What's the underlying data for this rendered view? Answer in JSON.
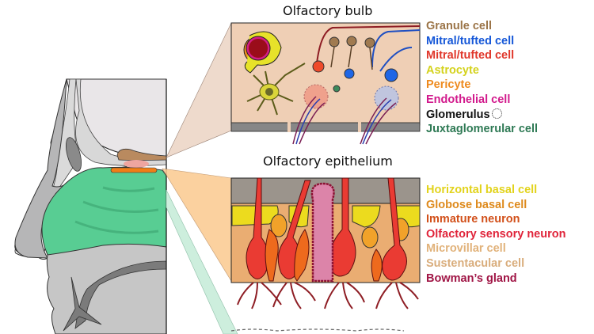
{
  "figure": {
    "bulb_panel": {
      "title": "Olfactory bulb",
      "legend": [
        {
          "label": "Granule cell",
          "color": "#9b7447"
        },
        {
          "label": "Mitral/tufted cell",
          "color": "#1557d8"
        },
        {
          "label": "Mitral/tufted cell",
          "color": "#e0362a"
        },
        {
          "label": "Astrocyte",
          "color": "#d4d21c"
        },
        {
          "label": "Pericyte",
          "color": "#ee8a1d"
        },
        {
          "label": "Endothelial cell",
          "color": "#d21a8c"
        },
        {
          "label": "Glomerulus",
          "color": "#111111",
          "marker": "dotted-circle"
        },
        {
          "label": "Juxtaglomerular cell",
          "color": "#2f7a55"
        }
      ]
    },
    "epithelium_panel": {
      "title": "Olfactory epithelium",
      "legend": [
        {
          "label": "Horizontal basal cell",
          "color": "#e2d31c"
        },
        {
          "label": "Globose basal cell",
          "color": "#de8a1c"
        },
        {
          "label": "Immature neuron",
          "color": "#d2501a"
        },
        {
          "label": "Olfactory sensory neuron",
          "color": "#e0243a"
        },
        {
          "label": "Microvillar cell",
          "color": "#e1b27a"
        },
        {
          "label": "Sustentacular cell",
          "color": "#d9ad7c"
        },
        {
          "label": "Bowman’s gland",
          "color": "#a01545"
        }
      ]
    },
    "head_section": {
      "regions": [
        "nasal-cavity",
        "olfactory-bulb-region",
        "olfactory-epithelium-strip",
        "turbinates",
        "palate"
      ]
    }
  }
}
